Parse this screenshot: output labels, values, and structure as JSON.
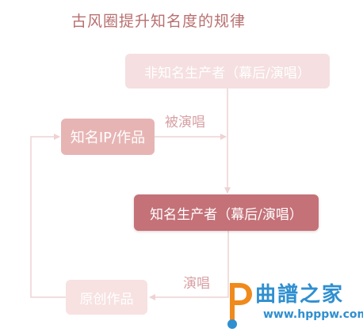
{
  "title": "古风圈提升知名度的规律",
  "nodes": {
    "non_famous_producer": "非知名生产者（幕后/演唱）",
    "famous_ip": "知名IP/作品",
    "famous_producer": "知名生产者（幕后/演唱）",
    "original_work": "原创作品"
  },
  "edges": {
    "cover_label": "被演唱",
    "sing_label": "演唱"
  },
  "watermark": {
    "site_name": "曲譜之家",
    "url": "www.hpppw.com"
  },
  "colors": {
    "title": "#b86f6f",
    "non_famous_fill": "#f5dfe0",
    "ip_fill": "#e7b4b4",
    "famous_fill": "#c47178",
    "original_fill": "#f7e1e1",
    "connector": "#efd2d4",
    "watermark_blue": "#2f8fd0",
    "watermark_orange": "#f08a1c"
  }
}
